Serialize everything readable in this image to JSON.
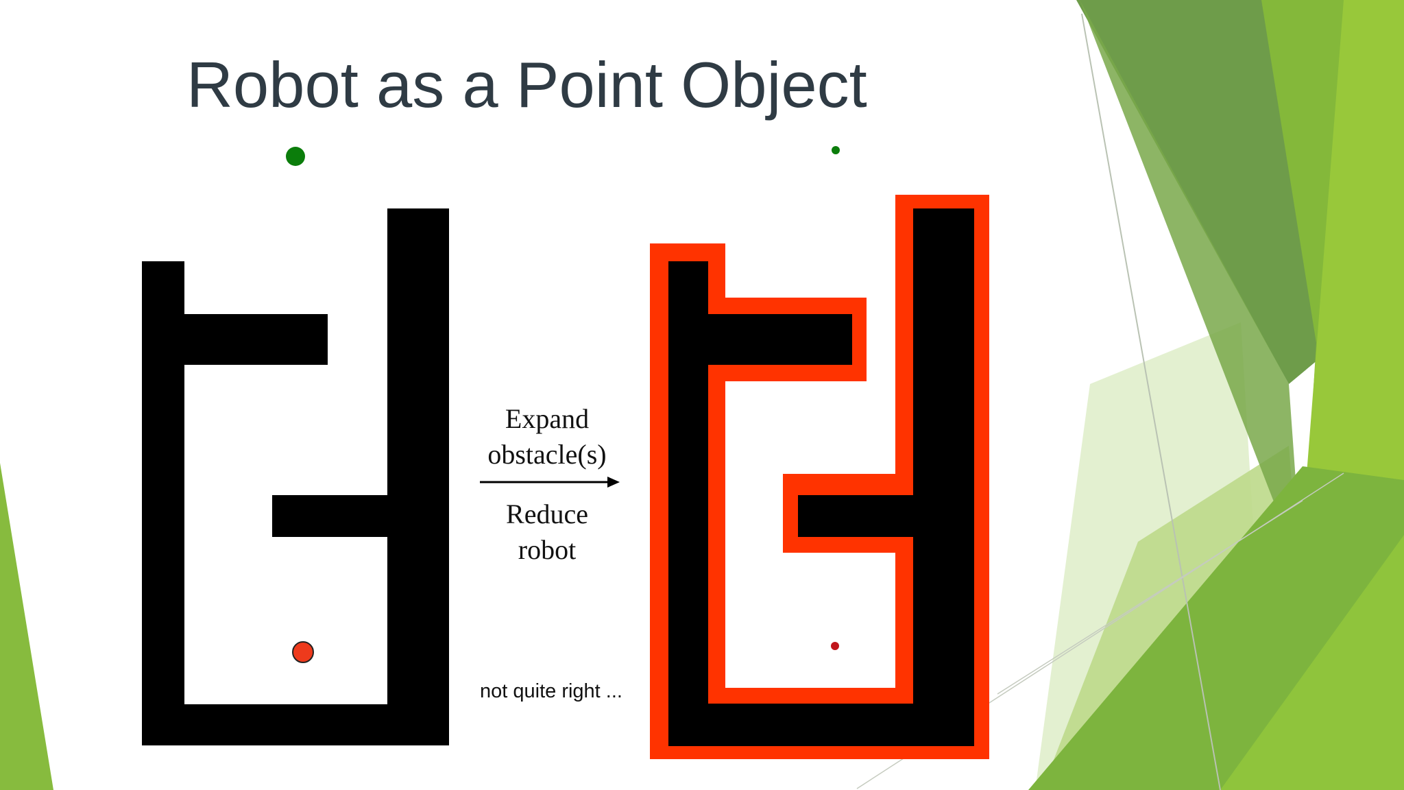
{
  "slide": {
    "title": "Robot as a Point Object",
    "arrow_label_top": "Expand\nobstacle(s)",
    "arrow_label_bottom": "Reduce\nrobot",
    "note": "not quite right ..."
  },
  "colors": {
    "title": "#2f3b44",
    "obstacle": "#000000",
    "expanded_obstacle": "#ff3300",
    "goal": "#0b7d0b",
    "robot": "#ee3a1c",
    "point_robot": "#c0151b",
    "decor_green_dark": "#6a9a48",
    "decor_green_mid": "#80b43c",
    "decor_green_light": "#9cc93a",
    "decor_green_pale": "#dcebc4"
  }
}
